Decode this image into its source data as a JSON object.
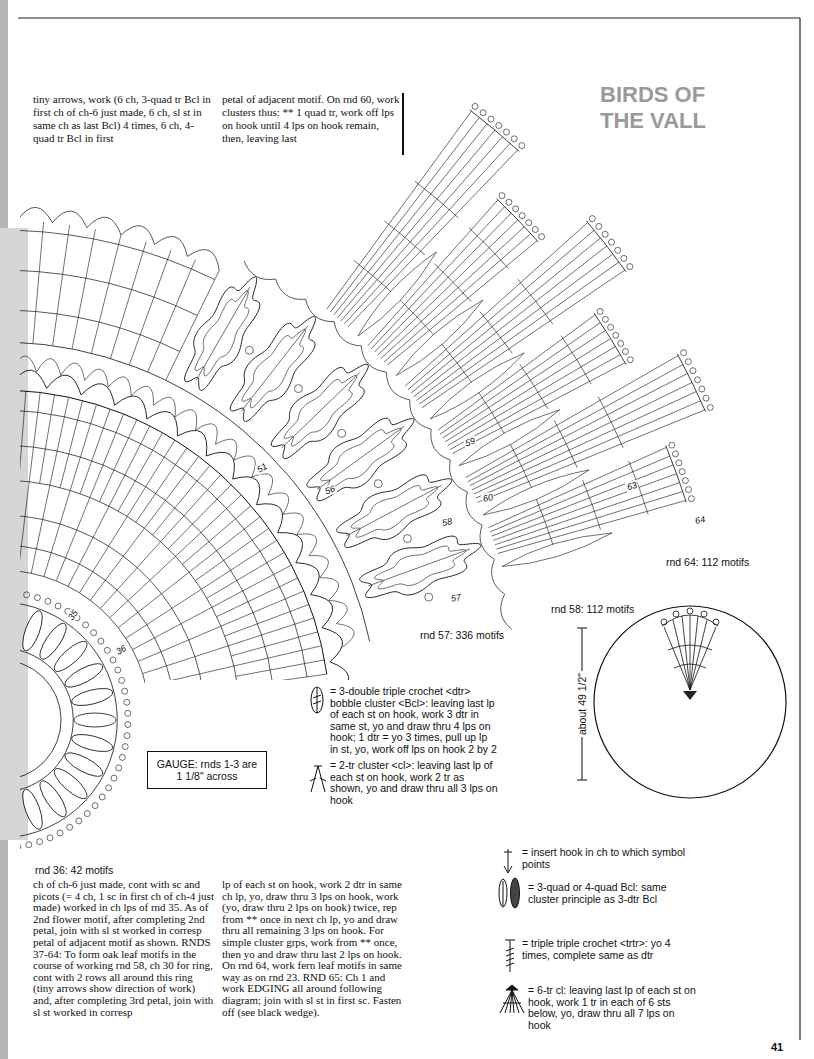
{
  "diagram": {
    "nodes": [
      {
        "text": [
          "GAUGE: rnds 1-3 are 1 1/8\" across"
        ]
      }
    ],
    "labels": [
      "BIRDS OF",
      "THE VALL",
      "tiny arrows, work (6 ch, 3-quad tr Bcl in first ch of ch-6 just made, 6 ch, sl st in same ch as last Bcl) 4 times, 6 ch, 4-quad tr Bcl in first",
      "petal of adjacent motif. On rnd 60, work clusters thus: ** 1 quad tr, work off lps on hook until 4 lps on hook remain, then, leaving last",
      "ch of ch-6 just made, cont with sc and picots (= 4 ch, 1 sc in first ch of ch-4 just made) worked in ch lps of rnd 35. As of 2nd flower motif, after completing 2nd petal, join with sl st worked in corresp petal of adjacent motif as shown. RNDS 37-64: To form oak leaf motifs in the course of working rnd 58, ch 30 for ring, cont with 2 rows all around this ring (tiny arrows show direction of work) and, after completing 3rd petal, join with sl st worked in corresp",
      "lp of each st on hook, work 2 dtr in same ch lp, yo, draw thru 3 lps on hook, work (yo, draw thru 2 lps on hook) twice, rep from ** once in next ch lp, yo and draw thru all remaining 3 lps on hook. For simple cluster grps, work from ** once, then yo and draw thru last 2 lps on hook. On rnd 64, work fern leaf motifs in same way as on rnd 23. RND 65: Ch 1 and work EDGING all around following diagram; join with sl st in first sc. Fasten off (see black wedge).",
      "rnd 64: 112 motifs",
      "rnd 58: 112 motifs",
      "rnd 57: 336 motifs",
      "rnd 36: 42 motifs",
      "about 49 1/2\"",
      "41",
      "51",
      "56",
      "57",
      "58",
      "59",
      "60",
      "63",
      "64",
      "35",
      "36"
    ],
    "legend": [
      {
        "text": "= 3-double triple crochet <dtr> bobble cluster <Bcl>: leaving last lp of each st on hook, work 3 dtr in same st, yo and draw thru 4 lps on hook; 1 dtr = yo 3 times, pull up lp in st, yo, work off lps on hook 2 by 2"
      },
      {
        "text": "= 2-tr cluster <cl>: leaving last lp of each st on hook, work 2 tr as shown, yo and draw thru all 3 lps on hook"
      },
      {
        "text": "= insert hook in ch to which symbol points"
      },
      {
        "text": "= 3-quad or 4-quad Bcl: same cluster principle as 3-dtr Bcl"
      },
      {
        "text": "= triple triple crochet <trtr>: yo 4 times, complete same as dtr"
      },
      {
        "text": "= 6-tr cl: leaving last lp of each st on hook, work 1 tr in each of 6 sts below, yo, draw thru all 7 lps on hook"
      }
    ]
  }
}
